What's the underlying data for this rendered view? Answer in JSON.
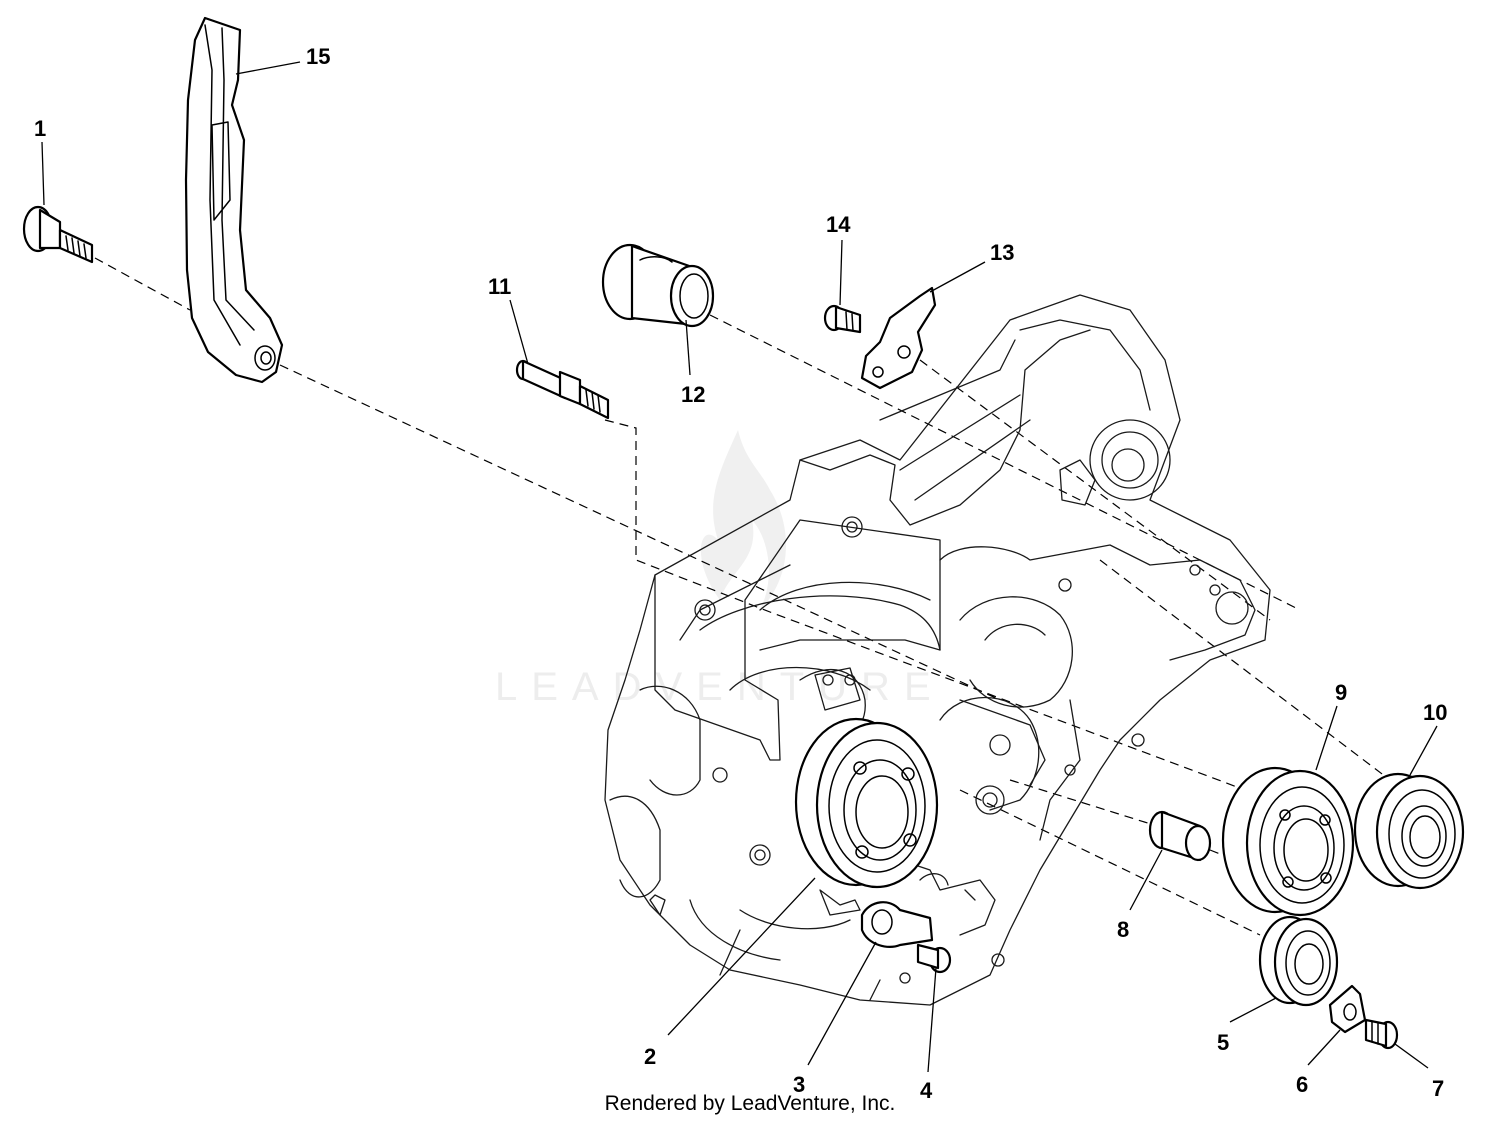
{
  "watermark": "LEADVENTURE",
  "footer": "Rendered by LeadVenture, Inc.",
  "callouts": {
    "c1": "1",
    "c2": "2",
    "c3": "3",
    "c4": "4",
    "c5": "5",
    "c6": "6",
    "c7": "7",
    "c8": "8",
    "c9": "9",
    "c10": "10",
    "c11": "11",
    "c12": "12",
    "c13": "13",
    "c14": "14",
    "c15": "15"
  }
}
